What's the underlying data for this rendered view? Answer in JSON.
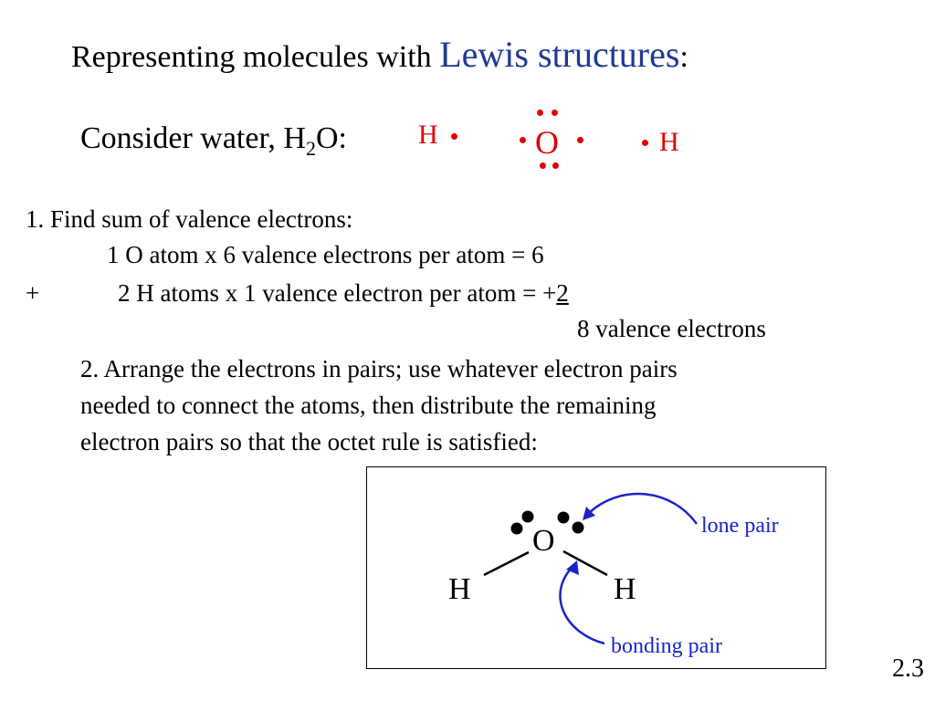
{
  "title": {
    "prefix": "Representing molecules with ",
    "accent": "Lewis structures",
    "suffix": ":"
  },
  "consider": {
    "prefix": "Consider water, H",
    "subscript": "2",
    "suffix": "O:"
  },
  "atoms": {
    "h_left": "H",
    "oxygen": "O",
    "h_right": "H"
  },
  "step1": {
    "heading": "1. Find sum of valence electrons:",
    "line1": "1 O atom x 6 valence electrons per atom =   6",
    "plus": "+",
    "line2_prefix": "2 H atoms x 1 valence electron per atom = +",
    "line2_value": "2",
    "total": "8 valence electrons"
  },
  "step2": {
    "line1": "2. Arrange the electrons in pairs; use whatever electron pairs",
    "line2": "needed to connect the atoms, then distribute the remaining",
    "line3": "electron pairs so that the octet rule is satisfied:"
  },
  "diagram": {
    "oxygen": "O",
    "h_left": "H",
    "h_right": "H",
    "lone_pair_label": "lone pair",
    "bonding_pair_label": "bonding pair"
  },
  "slide_number": "2.3",
  "colors": {
    "accent": "#1f3a93",
    "red": "#e00000",
    "blue": "#1a23c8"
  }
}
